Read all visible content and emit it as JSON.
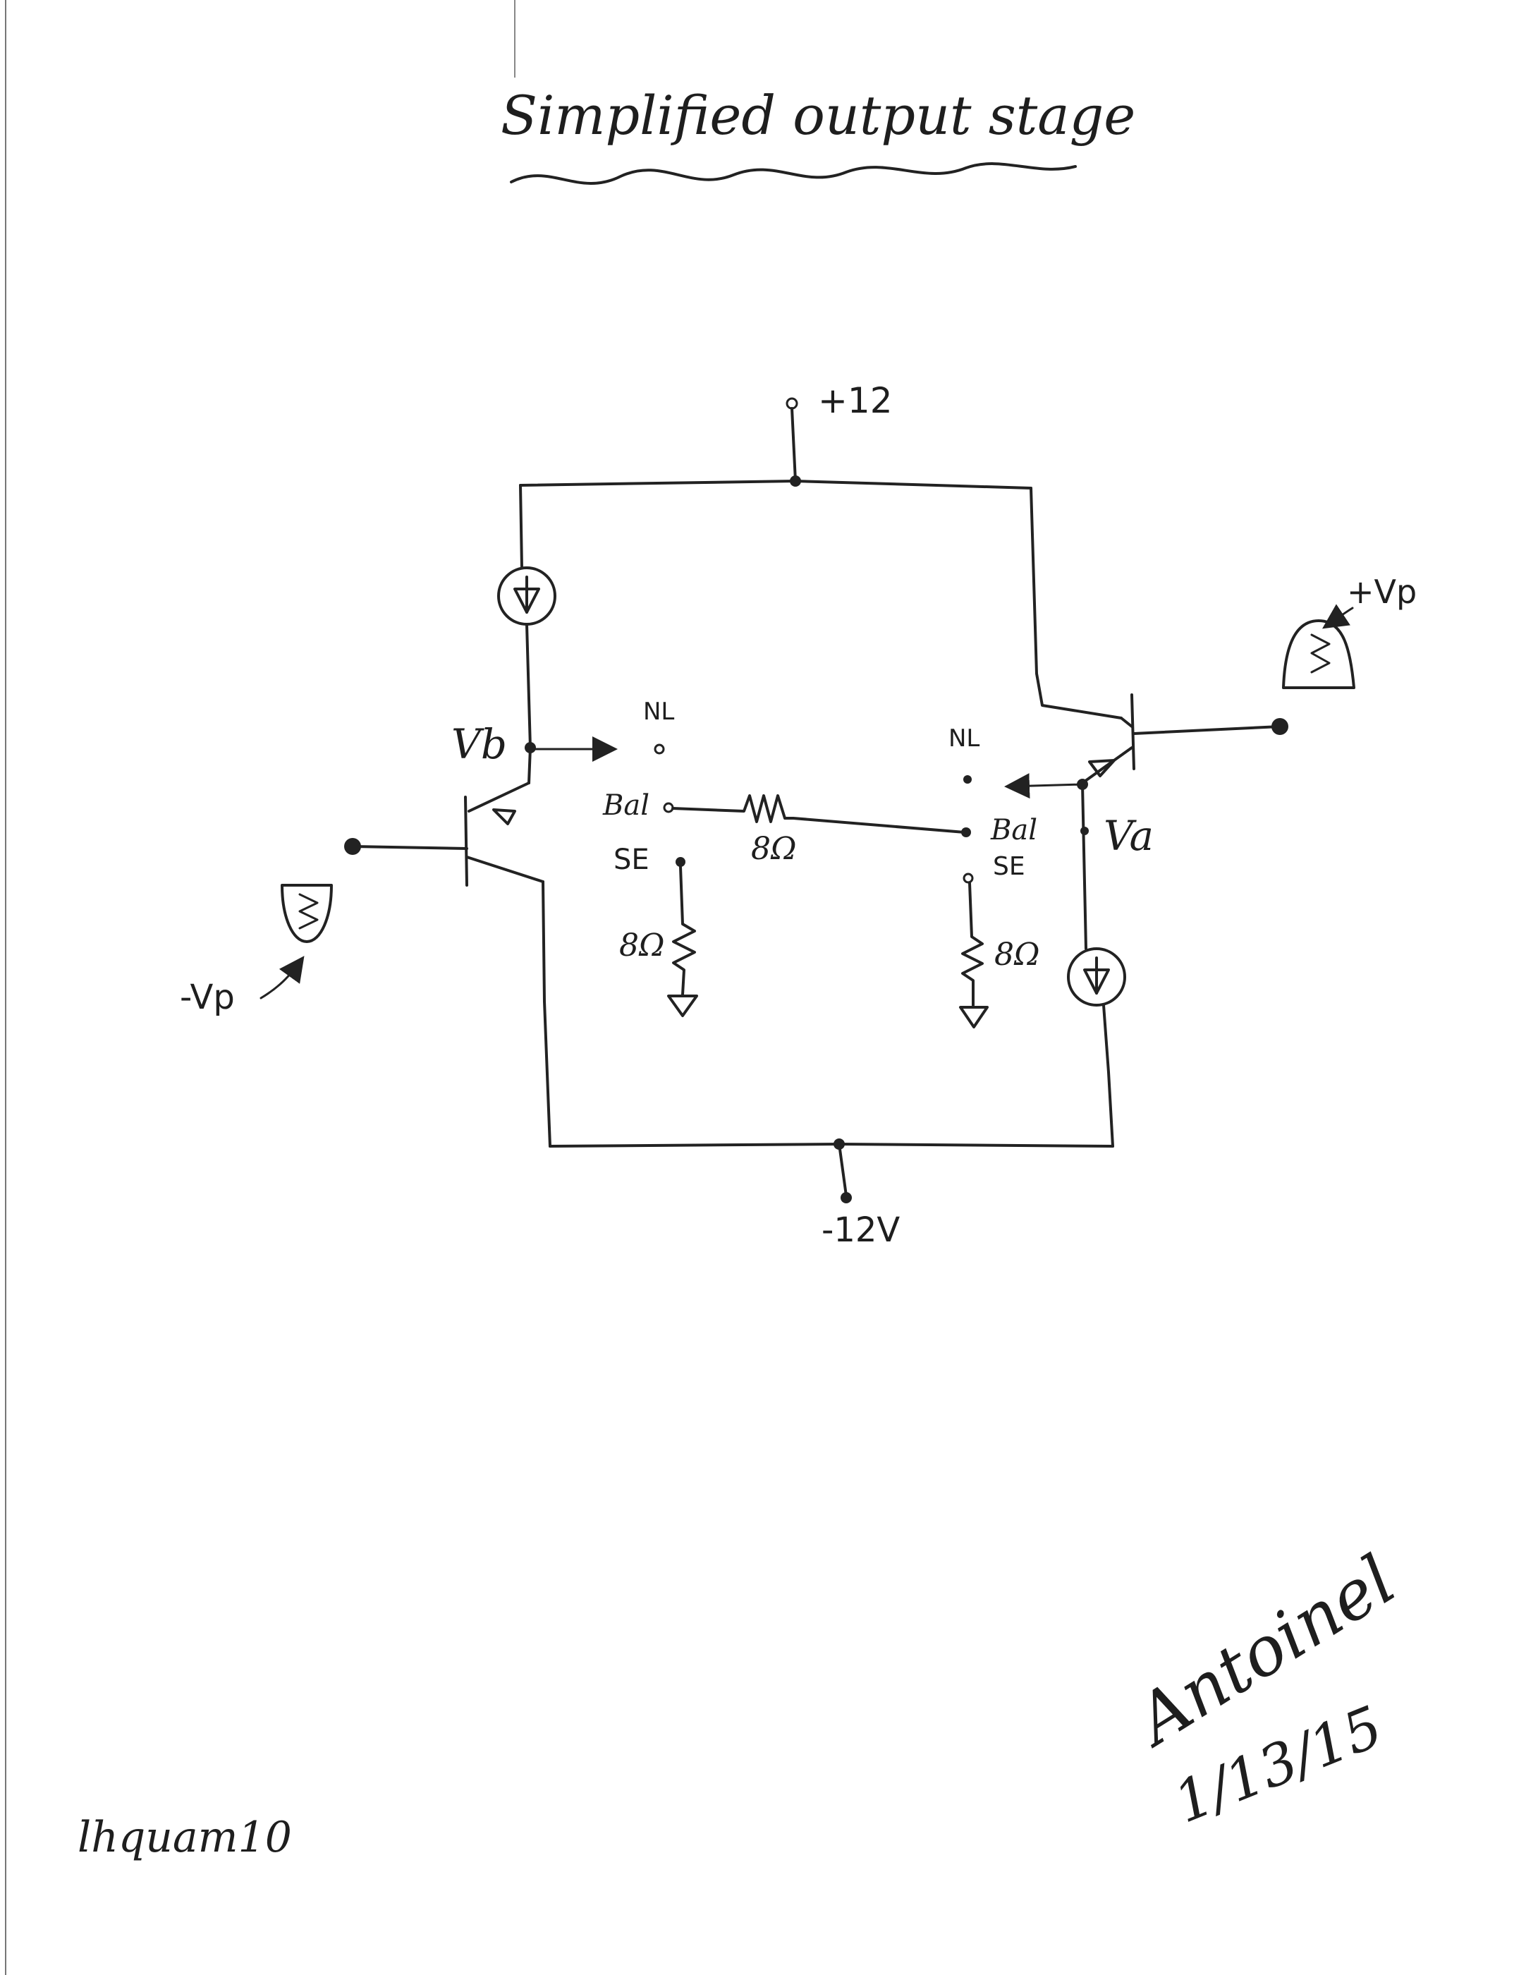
{
  "title": "Simplified output stage",
  "supply": {
    "positive": "+12",
    "negative": "-12V"
  },
  "left_side": {
    "node_label": "Vb",
    "input_label": "-Vp",
    "terminals": {
      "nl": "NL",
      "bal": "Bal",
      "se": "SE"
    },
    "se_resistor": "8Ω"
  },
  "right_side": {
    "node_label": "Va",
    "input_label": "+Vp",
    "terminals": {
      "nl": "NL",
      "bal": "Bal",
      "se": "SE"
    },
    "se_resistor": "8Ω"
  },
  "bal_resistor": "8Ω",
  "footer": {
    "left_text": "lhquam10",
    "signature": "Antoinel",
    "date": "1/13/15"
  }
}
